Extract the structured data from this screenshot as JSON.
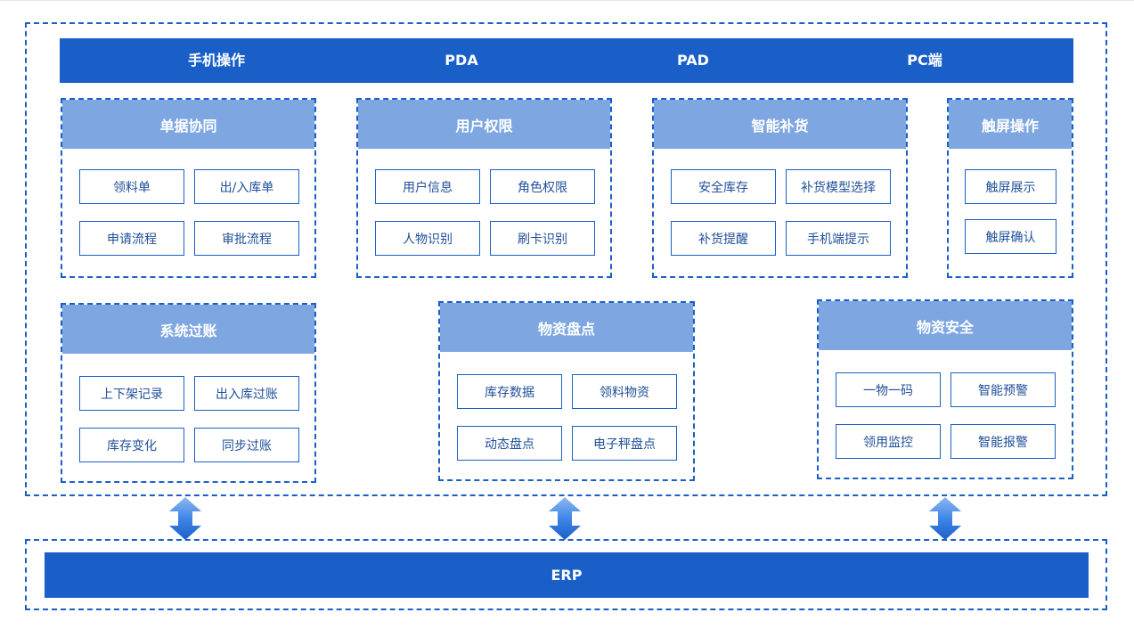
{
  "terminals": [
    "手机操作",
    "PDA",
    "PAD",
    "PC端"
  ],
  "groups": {
    "document": {
      "title": "单据协同",
      "items": [
        "领料单",
        "出/入库单",
        "申请流程",
        "审批流程"
      ]
    },
    "permission": {
      "title": "用户权限",
      "items": [
        "用户信息",
        "角色权限",
        "人物识别",
        "刷卡识别"
      ]
    },
    "replenish": {
      "title": "智能补货",
      "items": [
        "安全库存",
        "补货模型选择",
        "补货提醒",
        "手机端提示"
      ]
    },
    "touch": {
      "title": "触屏操作",
      "items": [
        "触屏展示",
        "触屏确认"
      ]
    },
    "posting": {
      "title": "系统过账",
      "items": [
        "上下架记录",
        "出入库过账",
        "库存变化",
        "同步过账"
      ]
    },
    "inventory": {
      "title": "物资盘点",
      "items": [
        "库存数据",
        "领料物资",
        "动态盘点",
        "电子秤盘点"
      ]
    },
    "security": {
      "title": "物资安全",
      "items": [
        "一物一码",
        "智能预警",
        "领用监控",
        "智能报警"
      ]
    }
  },
  "erp": "ERP",
  "colors": {
    "primary": "#1a5fc8",
    "header": "#7ea7e2",
    "text": "#1f4f99"
  },
  "icons": [
    "double-arrow-icon"
  ]
}
